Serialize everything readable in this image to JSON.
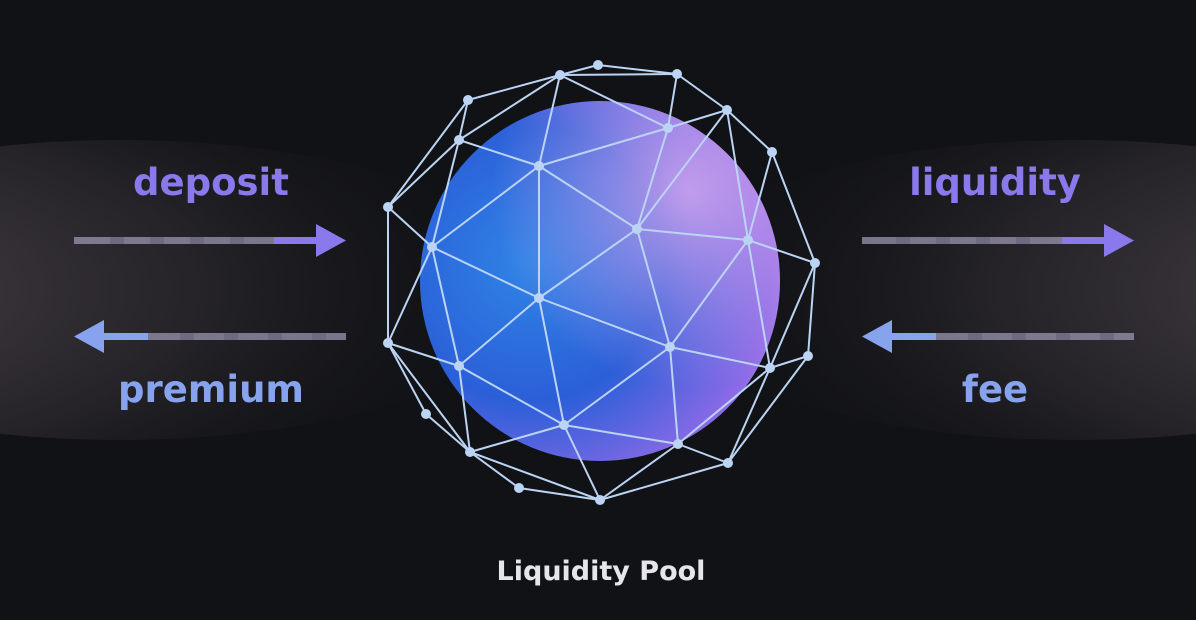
{
  "flows": {
    "left_in": {
      "label": "deposit",
      "direction": "right",
      "color": "#8a79ec"
    },
    "left_out": {
      "label": "premium",
      "direction": "left",
      "color": "#88a3ee"
    },
    "right_out": {
      "label": "liquidity",
      "direction": "right",
      "color": "#8a79ec"
    },
    "right_in": {
      "label": "fee",
      "direction": "left",
      "color": "#88a3ee"
    }
  },
  "pool": {
    "label": "Liquidity Pool",
    "label_color": "#e6e6ea",
    "sphere_colors": [
      "#2f84e6",
      "#2b5fd8",
      "#8c6ae6",
      "#c49ae8"
    ],
    "mesh_color": "#bcd4f4"
  },
  "background": "#111216",
  "glow_color": "#6b5f66"
}
